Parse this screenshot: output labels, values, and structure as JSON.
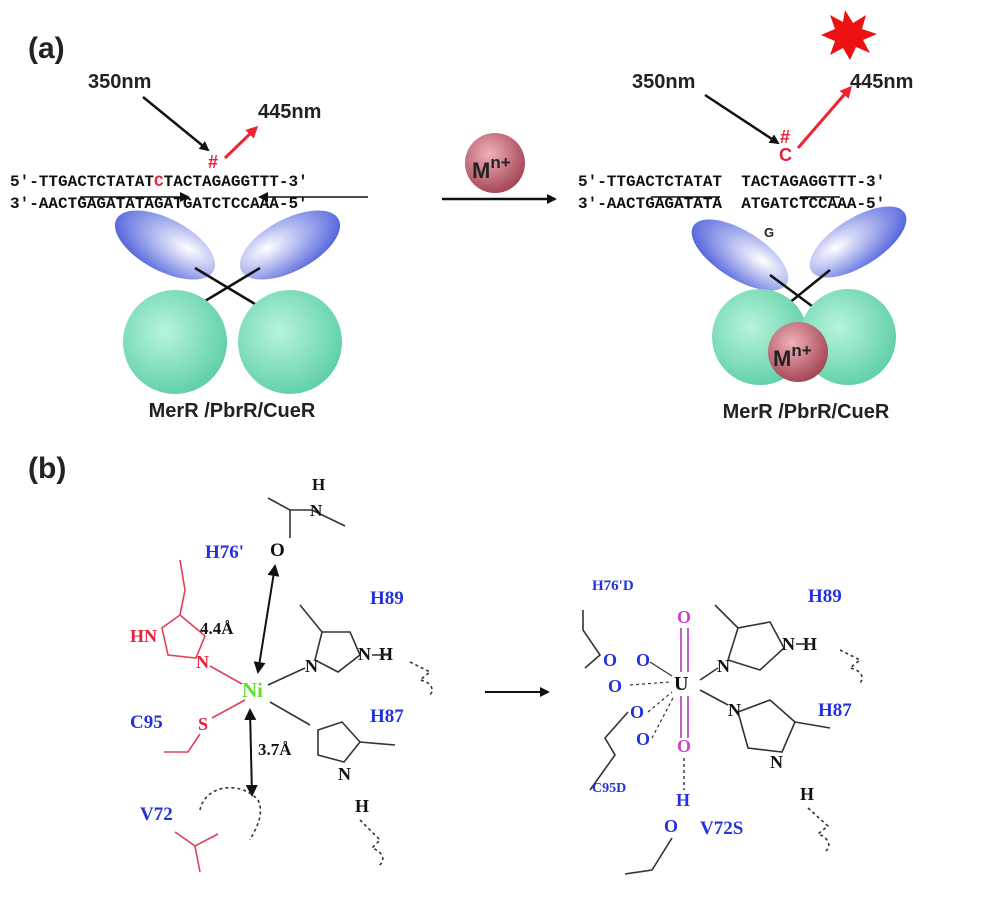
{
  "panel_a": {
    "label": "(a)",
    "left": {
      "excitation": "350nm",
      "emission": "445nm",
      "hash": "#",
      "c_mark": "C",
      "strand_top_pre": "5′-TTGACTCTATAT",
      "strand_top_post": "TACTAGAGGTTT-3′",
      "strand_bottom": "3′-AACTGAGATATAGATGATCTCCAAA-5′",
      "protein": "MerR /PbrR/CueR"
    },
    "metal_ion": "M",
    "metal_charge": "n+",
    "right": {
      "excitation": "350nm",
      "emission": "445nm",
      "hash": "#",
      "c_mark": "C",
      "strand_top": "5′-TTGACTCTATAT  TACTAGAGGTTT-3′",
      "strand_bottom": "3′-AACTGAGATATA  ATGATCTCCAAA-5′",
      "gap_base": "G",
      "protein": "MerR /PbrR/CueR"
    }
  },
  "panel_b": {
    "label": "(b)",
    "left": {
      "metal": "Ni",
      "h76": "H76'",
      "h89": "H89",
      "h87": "H87",
      "c95": "C95",
      "v72": "V72",
      "dist_top": "4.4Å",
      "dist_bottom": "3.7Å",
      "hn": "HN",
      "n": "N",
      "s": "S",
      "o": "O",
      "h": "H"
    },
    "right": {
      "metal": "U",
      "h76d": "H76'D",
      "h89": "H89",
      "h87": "H87",
      "c95d": "C95D",
      "v72s": "V72S",
      "o": "O",
      "n": "N",
      "h": "H"
    }
  },
  "colors": {
    "blue_label": "#2233dd",
    "red_label": "#e8203a",
    "nickel": "#66dd33",
    "uranyl_oxygen": "#cc44cc",
    "protein_green": "#7fe0b8",
    "protein_blue": "#7f8fe8",
    "metal_ball": "#c86470"
  }
}
